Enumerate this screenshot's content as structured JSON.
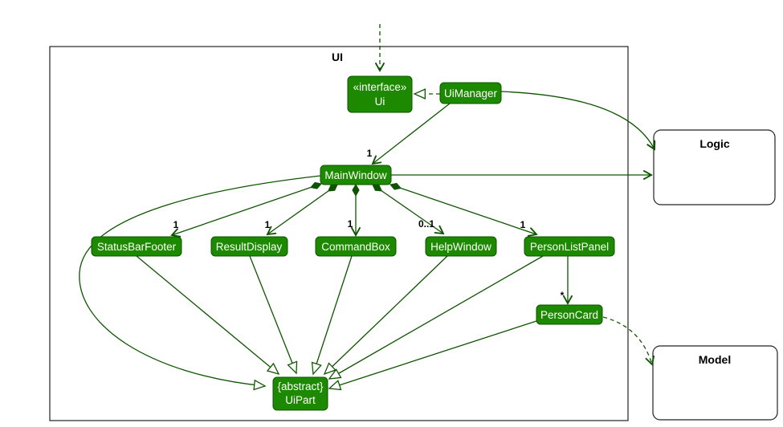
{
  "frames": {
    "ui": {
      "label": "UI"
    },
    "logic": {
      "label": "Logic"
    },
    "model": {
      "label": "Model"
    }
  },
  "classes": {
    "ui_interface": {
      "stereotype": "«interface»",
      "name": "Ui"
    },
    "ui_manager": {
      "name": "UiManager"
    },
    "main_window": {
      "name": "MainWindow"
    },
    "status_bar_footer": {
      "name": "StatusBarFooter"
    },
    "result_display": {
      "name": "ResultDisplay"
    },
    "command_box": {
      "name": "CommandBox"
    },
    "help_window": {
      "name": "HelpWindow"
    },
    "person_list_panel": {
      "name": "PersonListPanel"
    },
    "person_card": {
      "name": "PersonCard"
    },
    "ui_part": {
      "stereotype": "{abstract}",
      "name": "UiPart"
    }
  },
  "multiplicities": {
    "ui_manager_to_main_window": "1",
    "main_window_to_status_bar_footer": "1",
    "main_window_to_result_display": "1",
    "main_window_to_command_box": "1",
    "main_window_to_help_window": "0..1",
    "main_window_to_person_list_panel": "1",
    "person_list_panel_to_person_card": "*"
  },
  "colors": {
    "class-fill": "#1d8900",
    "class-border": "#0e5400",
    "edge": "#0e5400",
    "frame-border": "#222222",
    "class-text": "#ffffff",
    "label-text": "#000000",
    "background": "#ffffff"
  }
}
